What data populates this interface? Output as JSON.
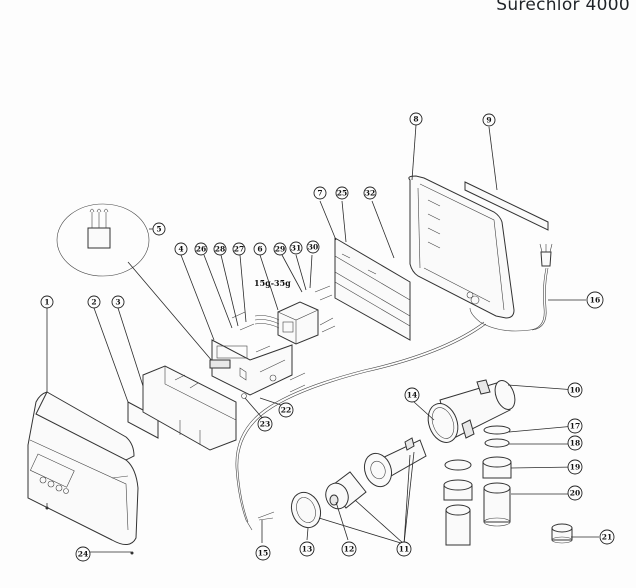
{
  "title": "Surechlor 4000",
  "annotation": "15g-35g",
  "callouts": [
    {
      "id": "1",
      "label": "1"
    },
    {
      "id": "2",
      "label": "2"
    },
    {
      "id": "3",
      "label": "3"
    },
    {
      "id": "4",
      "label": "4"
    },
    {
      "id": "5",
      "label": "5"
    },
    {
      "id": "6",
      "label": "6"
    },
    {
      "id": "7",
      "label": "7"
    },
    {
      "id": "8",
      "label": "8"
    },
    {
      "id": "9",
      "label": "9"
    },
    {
      "id": "10",
      "label": "10"
    },
    {
      "id": "11",
      "label": "11"
    },
    {
      "id": "12",
      "label": "12"
    },
    {
      "id": "13",
      "label": "13"
    },
    {
      "id": "14",
      "label": "14"
    },
    {
      "id": "15",
      "label": "15"
    },
    {
      "id": "16",
      "label": "16"
    },
    {
      "id": "17",
      "label": "17"
    },
    {
      "id": "18",
      "label": "18"
    },
    {
      "id": "19",
      "label": "19"
    },
    {
      "id": "20",
      "label": "20"
    },
    {
      "id": "21",
      "label": "21"
    },
    {
      "id": "22",
      "label": "22"
    },
    {
      "id": "23",
      "label": "23"
    },
    {
      "id": "24",
      "label": "24"
    },
    {
      "id": "25",
      "label": "25"
    },
    {
      "id": "26",
      "label": "26"
    },
    {
      "id": "27",
      "label": "27"
    },
    {
      "id": "28",
      "label": "28"
    },
    {
      "id": "29",
      "label": "29"
    },
    {
      "id": "30",
      "label": "30"
    },
    {
      "id": "31",
      "label": "31"
    },
    {
      "id": "32",
      "label": "32"
    }
  ]
}
